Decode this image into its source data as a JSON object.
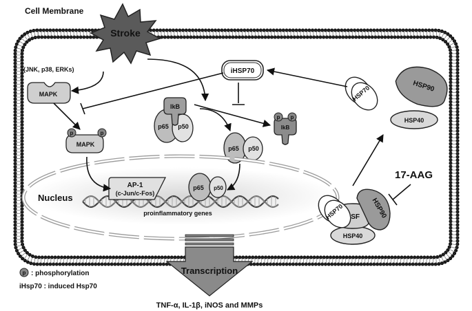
{
  "labels": {
    "cell_membrane": "Cell Membrane",
    "stroke": "Stroke",
    "mapk_family": "(JNK, p38, ERKs)",
    "mapk": "MAPK",
    "mapk_phospho": "MAPK",
    "ihsp70": "iHSP70",
    "ikb": "IkB",
    "ikb_phospho": "IkB",
    "p65": "p65",
    "p50": "p50",
    "hsp70": "HSP70",
    "hsp90": "HSP90",
    "hsp40": "HSP40",
    "hsf": "HSF",
    "drug": "17-AAG",
    "nucleus": "Nucleus",
    "ap1_line1": "AP-1",
    "ap1_line2": "(c-Jun/c-Fos)",
    "proinflammatory_genes": "proinflammatory genes",
    "transcription": "Transcription",
    "products": "TNF-α, IL-1β, iNOS and MMPs",
    "phospho_symbol": "p"
  },
  "legend": {
    "phospho_text": ": phosphorylation",
    "ihsp_text": "iHsp70 : induced Hsp70"
  }
}
